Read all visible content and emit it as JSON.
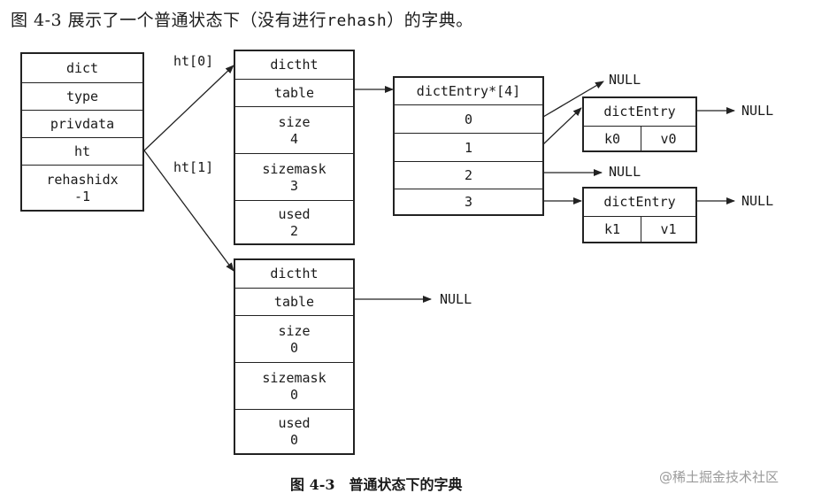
{
  "caption_top": {
    "prefix": "图 4-3 展示了一个普通状态下（没有进行",
    "code": "rehash",
    "suffix": "）的字典。"
  },
  "caption_bottom": "图 4-3　普通状态下的字典",
  "watermark": "@稀土掘金技术社区",
  "dict": {
    "fields": [
      "dict",
      "type",
      "privdata",
      "ht"
    ],
    "rehashidx_label": "rehashidx",
    "rehashidx_value": "-1"
  },
  "ht_labels": [
    "ht[0]",
    "ht[1]"
  ],
  "ht0": {
    "title": "dictht",
    "table_label": "table",
    "size_label": "size",
    "size_value": "4",
    "sizemask_label": "sizemask",
    "sizemask_value": "3",
    "used_label": "used",
    "used_value": "2"
  },
  "ht1": {
    "title": "dictht",
    "table_label": "table",
    "size_label": "size",
    "size_value": "0",
    "sizemask_label": "sizemask",
    "sizemask_value": "0",
    "used_label": "used",
    "used_value": "0"
  },
  "table_array": {
    "title": "dictEntry*[4]",
    "slots": [
      "0",
      "1",
      "2",
      "3"
    ]
  },
  "entry_a": {
    "title": "dictEntry",
    "key": "k0",
    "value": "v0"
  },
  "entry_b": {
    "title": "dictEntry",
    "key": "k1",
    "value": "v1"
  },
  "null_label": "NULL"
}
